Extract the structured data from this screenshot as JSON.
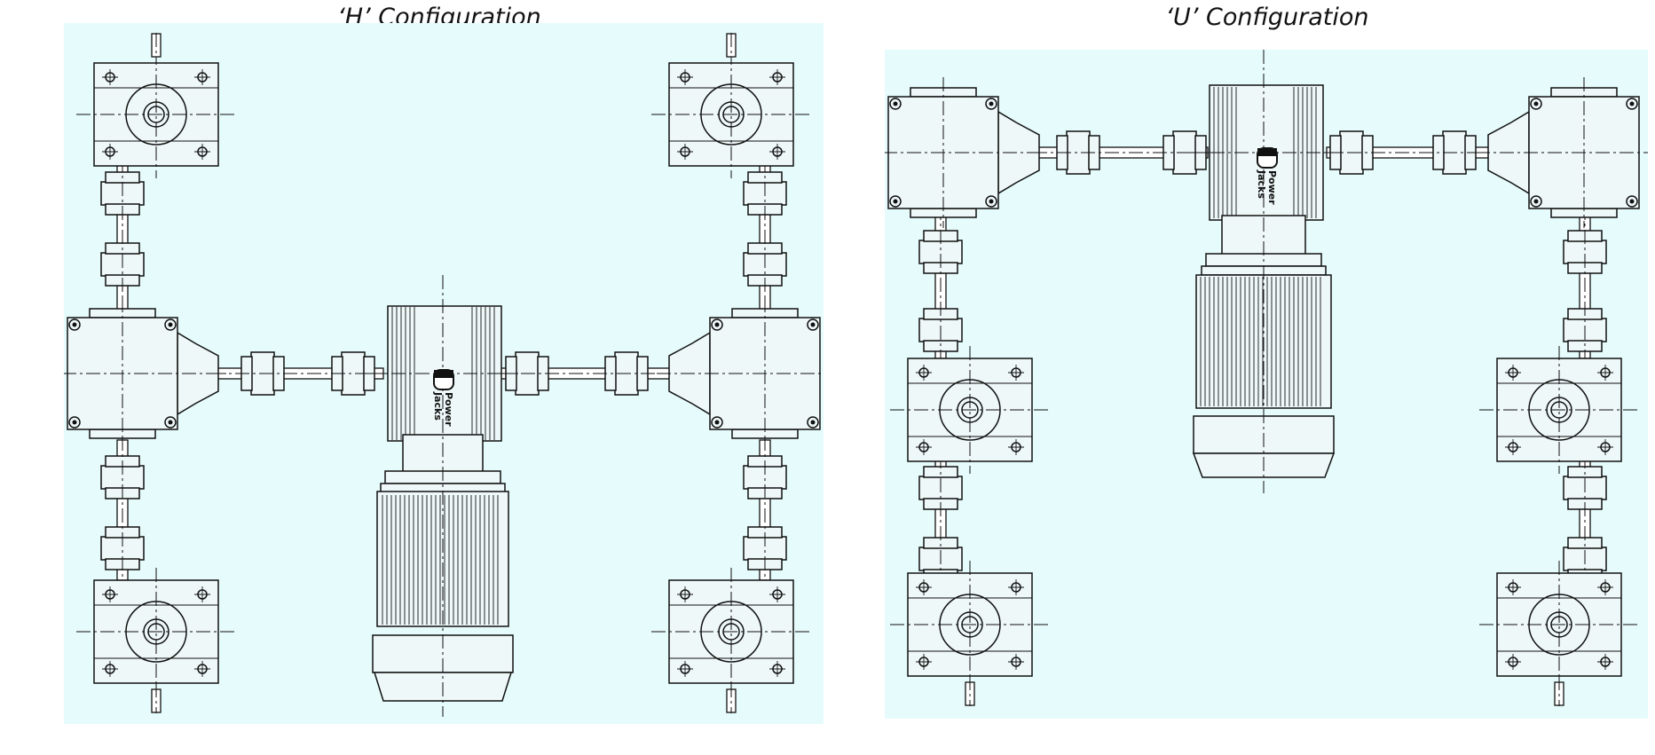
{
  "diagrams": [
    {
      "id": "h",
      "title": "‘H’ Configuration"
    },
    {
      "id": "u",
      "title": "‘U’ Configuration"
    }
  ],
  "colors": {
    "panel_background": "#e6fbfb",
    "line": "#111111",
    "page_background": "#ffffff"
  },
  "icons": [
    "worm-gear-screw-jack-icon",
    "bevel-gearbox-icon",
    "motor-gearbox-icon",
    "shaft-coupling-icon",
    "brand-logo-icon"
  ],
  "logo_text": [
    "Power",
    "Jacks"
  ]
}
